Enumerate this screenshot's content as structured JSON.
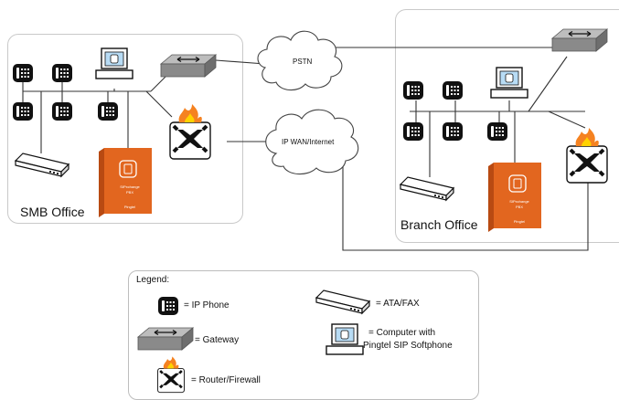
{
  "offices": {
    "smb_label": "SMB Office",
    "branch_label": "Branch Office"
  },
  "clouds": {
    "pstn": "PSTN",
    "wan": "IP WAN/Internet"
  },
  "pbx_box": {
    "brand": "SIPxchange",
    "product": "PBX",
    "vendor": "Pingtel",
    "side_text": "SIPxchange PBX"
  },
  "legend": {
    "title": "Legend:",
    "ip_phone": "= IP Phone",
    "gateway": "= Gateway",
    "router_firewall": "= Router/Firewall",
    "ata_fax": "= ATA/FAX",
    "computer_line1": "= Computer with",
    "computer_line2": "Pingtel SIP Softphone"
  },
  "colors": {
    "pbx_orange": "#e2661f",
    "pbx_dark": "#b84a12",
    "gateway_gray": "#8a8a8a",
    "screen_blue": "#b8dcf5",
    "flame": "#f58220",
    "flame_core": "#ffd200",
    "line": "#333333"
  }
}
